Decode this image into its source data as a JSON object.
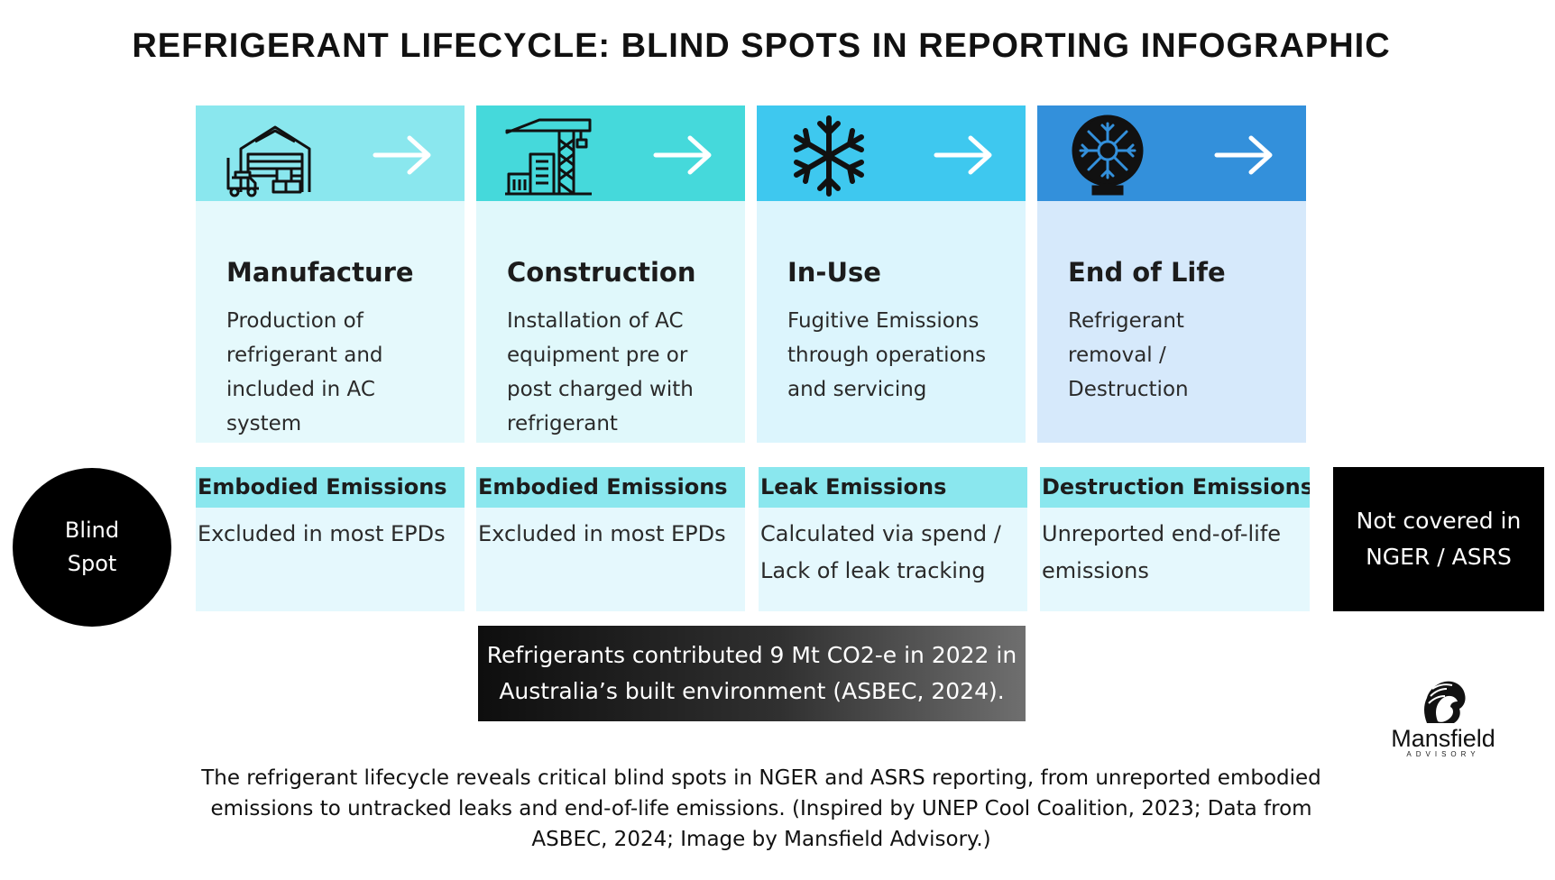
{
  "title": "REFRIGERANT LIFECYCLE: BLIND SPOTS IN REPORTING INFOGRAPHIC",
  "stages": [
    {
      "name": "Manufacture",
      "icon": "warehouse-forklift-icon",
      "description": "Production of refrigerant  and included in AC system",
      "header_color": "#8ae7ee",
      "body_color": "#e5f9fc",
      "emission_type": "Embodied Emissions",
      "emission_note": "Excluded in most EPDs"
    },
    {
      "name": "Construction",
      "icon": "building-crane-icon",
      "description": "Installation of AC equipment pre or post charged with refrigerant",
      "header_color": "#45d9db",
      "body_color": "#e0f8fb",
      "emission_type": "Embodied Emissions",
      "emission_note": "Excluded in most EPDs"
    },
    {
      "name": "In-Use",
      "icon": "snowflake-icon",
      "description": "Fugitive Emissions through operations and servicing",
      "header_color": "#3ec8ef",
      "body_color": "#dcf5fd",
      "emission_type": "Leak Emissions",
      "emission_note": "Calculated via spend / Lack of leak tracking"
    },
    {
      "name": "End of Life",
      "icon": "globe-disposal-icon",
      "description": "Refrigerant removal / Destruction",
      "header_color": "#3390db",
      "body_color": "#d6e9fb",
      "emission_type": "Destruction Emissions",
      "emission_note": "Unreported end-of-life emissions"
    }
  ],
  "blind_spot": {
    "line1": "Blind",
    "line2": "Spot"
  },
  "not_covered": {
    "line1": "Not covered in",
    "line2": "NGER / ASRS"
  },
  "stat": {
    "line1": "Refrigerants contributed 9 Mt CO2-e in 2022 in",
    "line2": "Australia’s built environment (ASBEC, 2024)."
  },
  "logo": {
    "name": "Mansfield",
    "subtitle": "ADVISORY"
  },
  "caption": {
    "line1": "The refrigerant lifecycle reveals critical blind spots in NGER and ASRS reporting, from unreported embodied",
    "line2": "emissions to untracked leaks and end-of-life emissions. (Inspired by UNEP Cool Coalition, 2023; Data from",
    "line3": "ASBEC, 2024; Image by Mansfield Advisory.)"
  }
}
